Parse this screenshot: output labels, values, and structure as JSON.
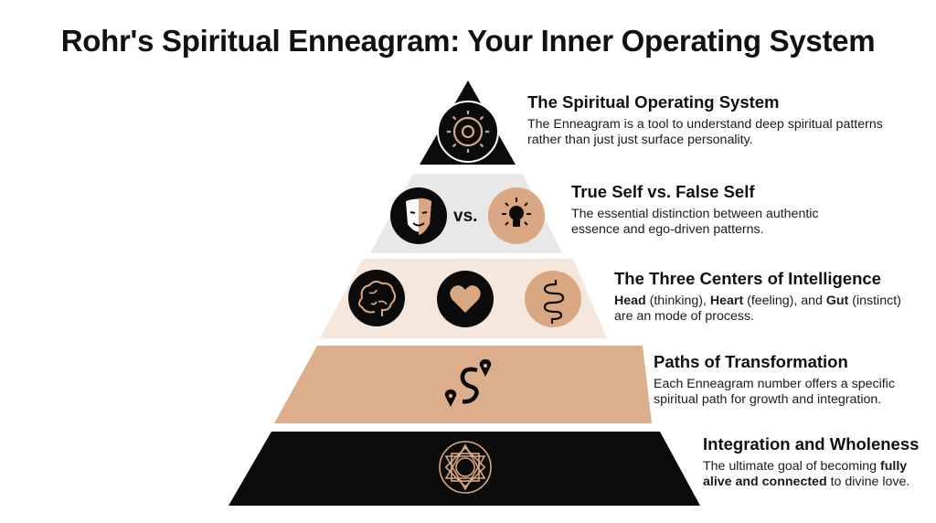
{
  "title": "Rohr's Spiritual Enneagram: Your Inner Operating System",
  "colors": {
    "black": "#0b0b0b",
    "gray": "#e8e8e8",
    "cream": "#f6e7dc",
    "tan": "#dcae8c",
    "accent": "#d9a883"
  },
  "tiers": [
    {
      "heading": "The Spiritual Operating System",
      "body": [
        {
          "t": "The Enneagram is a tool to understand deep spiritual patterns rather than just just surface personality."
        }
      ],
      "icons": [
        "gear-icon"
      ]
    },
    {
      "heading": "True Self vs. False Self",
      "body": [
        {
          "t": "The essential distinction between authentic essence and ego-driven patterns."
        }
      ],
      "icons": [
        "mask-icon",
        "lightbulb-icon"
      ],
      "vs": "vs."
    },
    {
      "heading": "The Three Centers of Intelligence",
      "body": [
        {
          "t": "Head",
          "b": true
        },
        {
          "t": " (thinking), "
        },
        {
          "t": "Heart",
          "b": true
        },
        {
          "t": " (feeling), and "
        },
        {
          "t": "Gut",
          "b": true
        },
        {
          "t": " (instinct) are an mode of process."
        }
      ],
      "icons": [
        "brain-icon",
        "heart-icon",
        "gut-icon"
      ]
    },
    {
      "heading": "Paths of Transformation",
      "body": [
        {
          "t": "Each Enneagram number offers a specific spiritual path for growth and integration."
        }
      ],
      "icons": [
        "path-icon"
      ]
    },
    {
      "heading": "Integration and Wholeness",
      "body": [
        {
          "t": "The ultimate goal of becoming "
        },
        {
          "t": "fully alive and connected",
          "b": true
        },
        {
          "t": " to divine love."
        }
      ],
      "icons": [
        "mandala-icon"
      ]
    }
  ]
}
